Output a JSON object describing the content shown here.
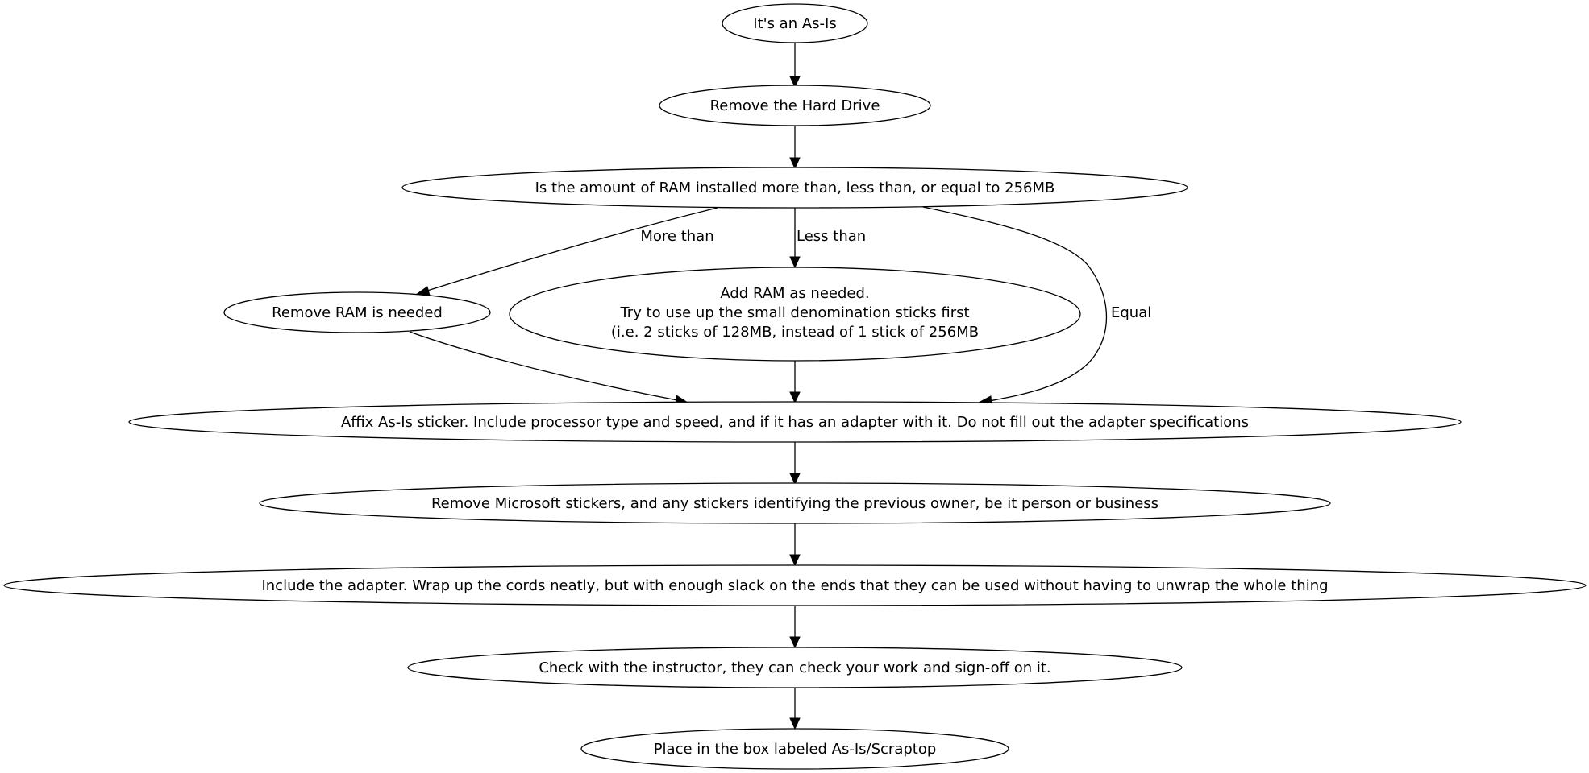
{
  "nodes": {
    "as_is": "It's an As-Is",
    "remove_hd": "Remove the Hard Drive",
    "ram_question": "Is the amount of RAM  installed more than, less than, or equal to 256MB",
    "remove_ram": "Remove RAM is needed",
    "add_ram": {
      "line1": "Add RAM as needed.",
      "line2": "Try to use up the small denomination sticks first",
      "line3": "(i.e. 2 sticks of 128MB, instead of 1 stick of 256MB"
    },
    "affix_sticker": "Affix As-Is sticker. Include processor type and speed, and if it has an adapter with it. Do not fill out the adapter specifications",
    "remove_stickers": "Remove Microsoft stickers, and any stickers identifying the previous owner, be it person or business",
    "include_adapter": "Include the adapter. Wrap up the cords neatly, but with enough slack on the ends that they can be used without having to unwrap the whole thing",
    "check_instructor": "Check with the instructor, they can check your work and sign-off on it.",
    "place_box": "Place in the box labeled As-Is/Scraptop"
  },
  "edge_labels": {
    "more_than": "More than",
    "less_than": "Less than",
    "equal": "Equal"
  }
}
